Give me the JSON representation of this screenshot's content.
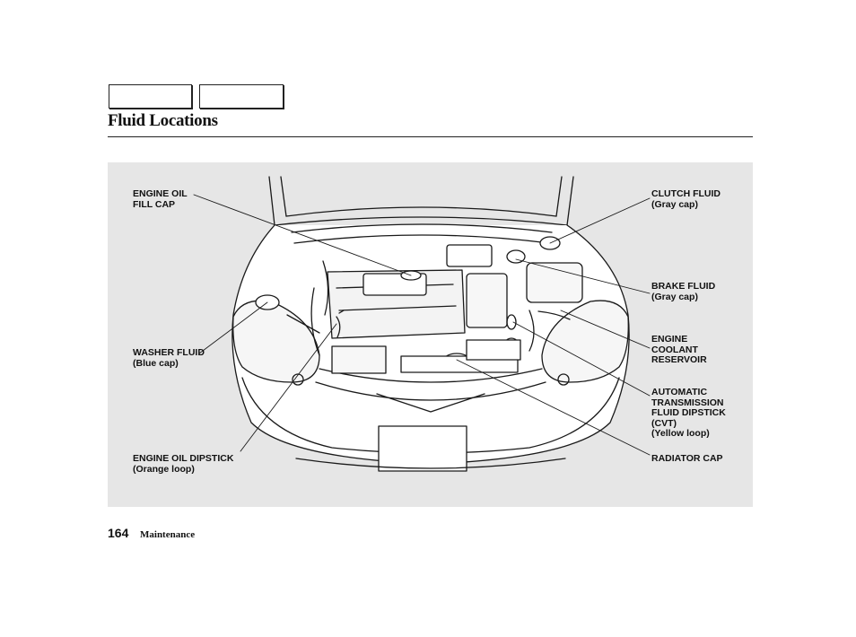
{
  "header": {
    "title": "Fluid Locations"
  },
  "callouts": {
    "engine_oil_fill_cap": {
      "line1": "ENGINE OIL",
      "line2": "FILL CAP"
    },
    "washer_fluid": {
      "line1": "WASHER FLUID",
      "line2": "(Blue cap)"
    },
    "engine_oil_dipstick": {
      "line1": "ENGINE OIL DIPSTICK",
      "line2": "(Orange loop)"
    },
    "clutch_fluid": {
      "line1": "CLUTCH FLUID",
      "line2": "(Gray cap)"
    },
    "brake_fluid": {
      "line1": "BRAKE FLUID",
      "line2": "(Gray cap)"
    },
    "engine_coolant_reservoir": {
      "line1": "ENGINE",
      "line2": "COOLANT",
      "line3": "RESERVOIR"
    },
    "automatic_transmission_fluid_dipstick": {
      "line1": "AUTOMATIC",
      "line2": "TRANSMISSION",
      "line3": "FLUID DIPSTICK",
      "line4": "(CVT)",
      "line5": "(Yellow loop)"
    },
    "radiator_cap": {
      "line1": "RADIATOR CAP"
    }
  },
  "footer": {
    "page_number": "164",
    "section": "Maintenance"
  }
}
